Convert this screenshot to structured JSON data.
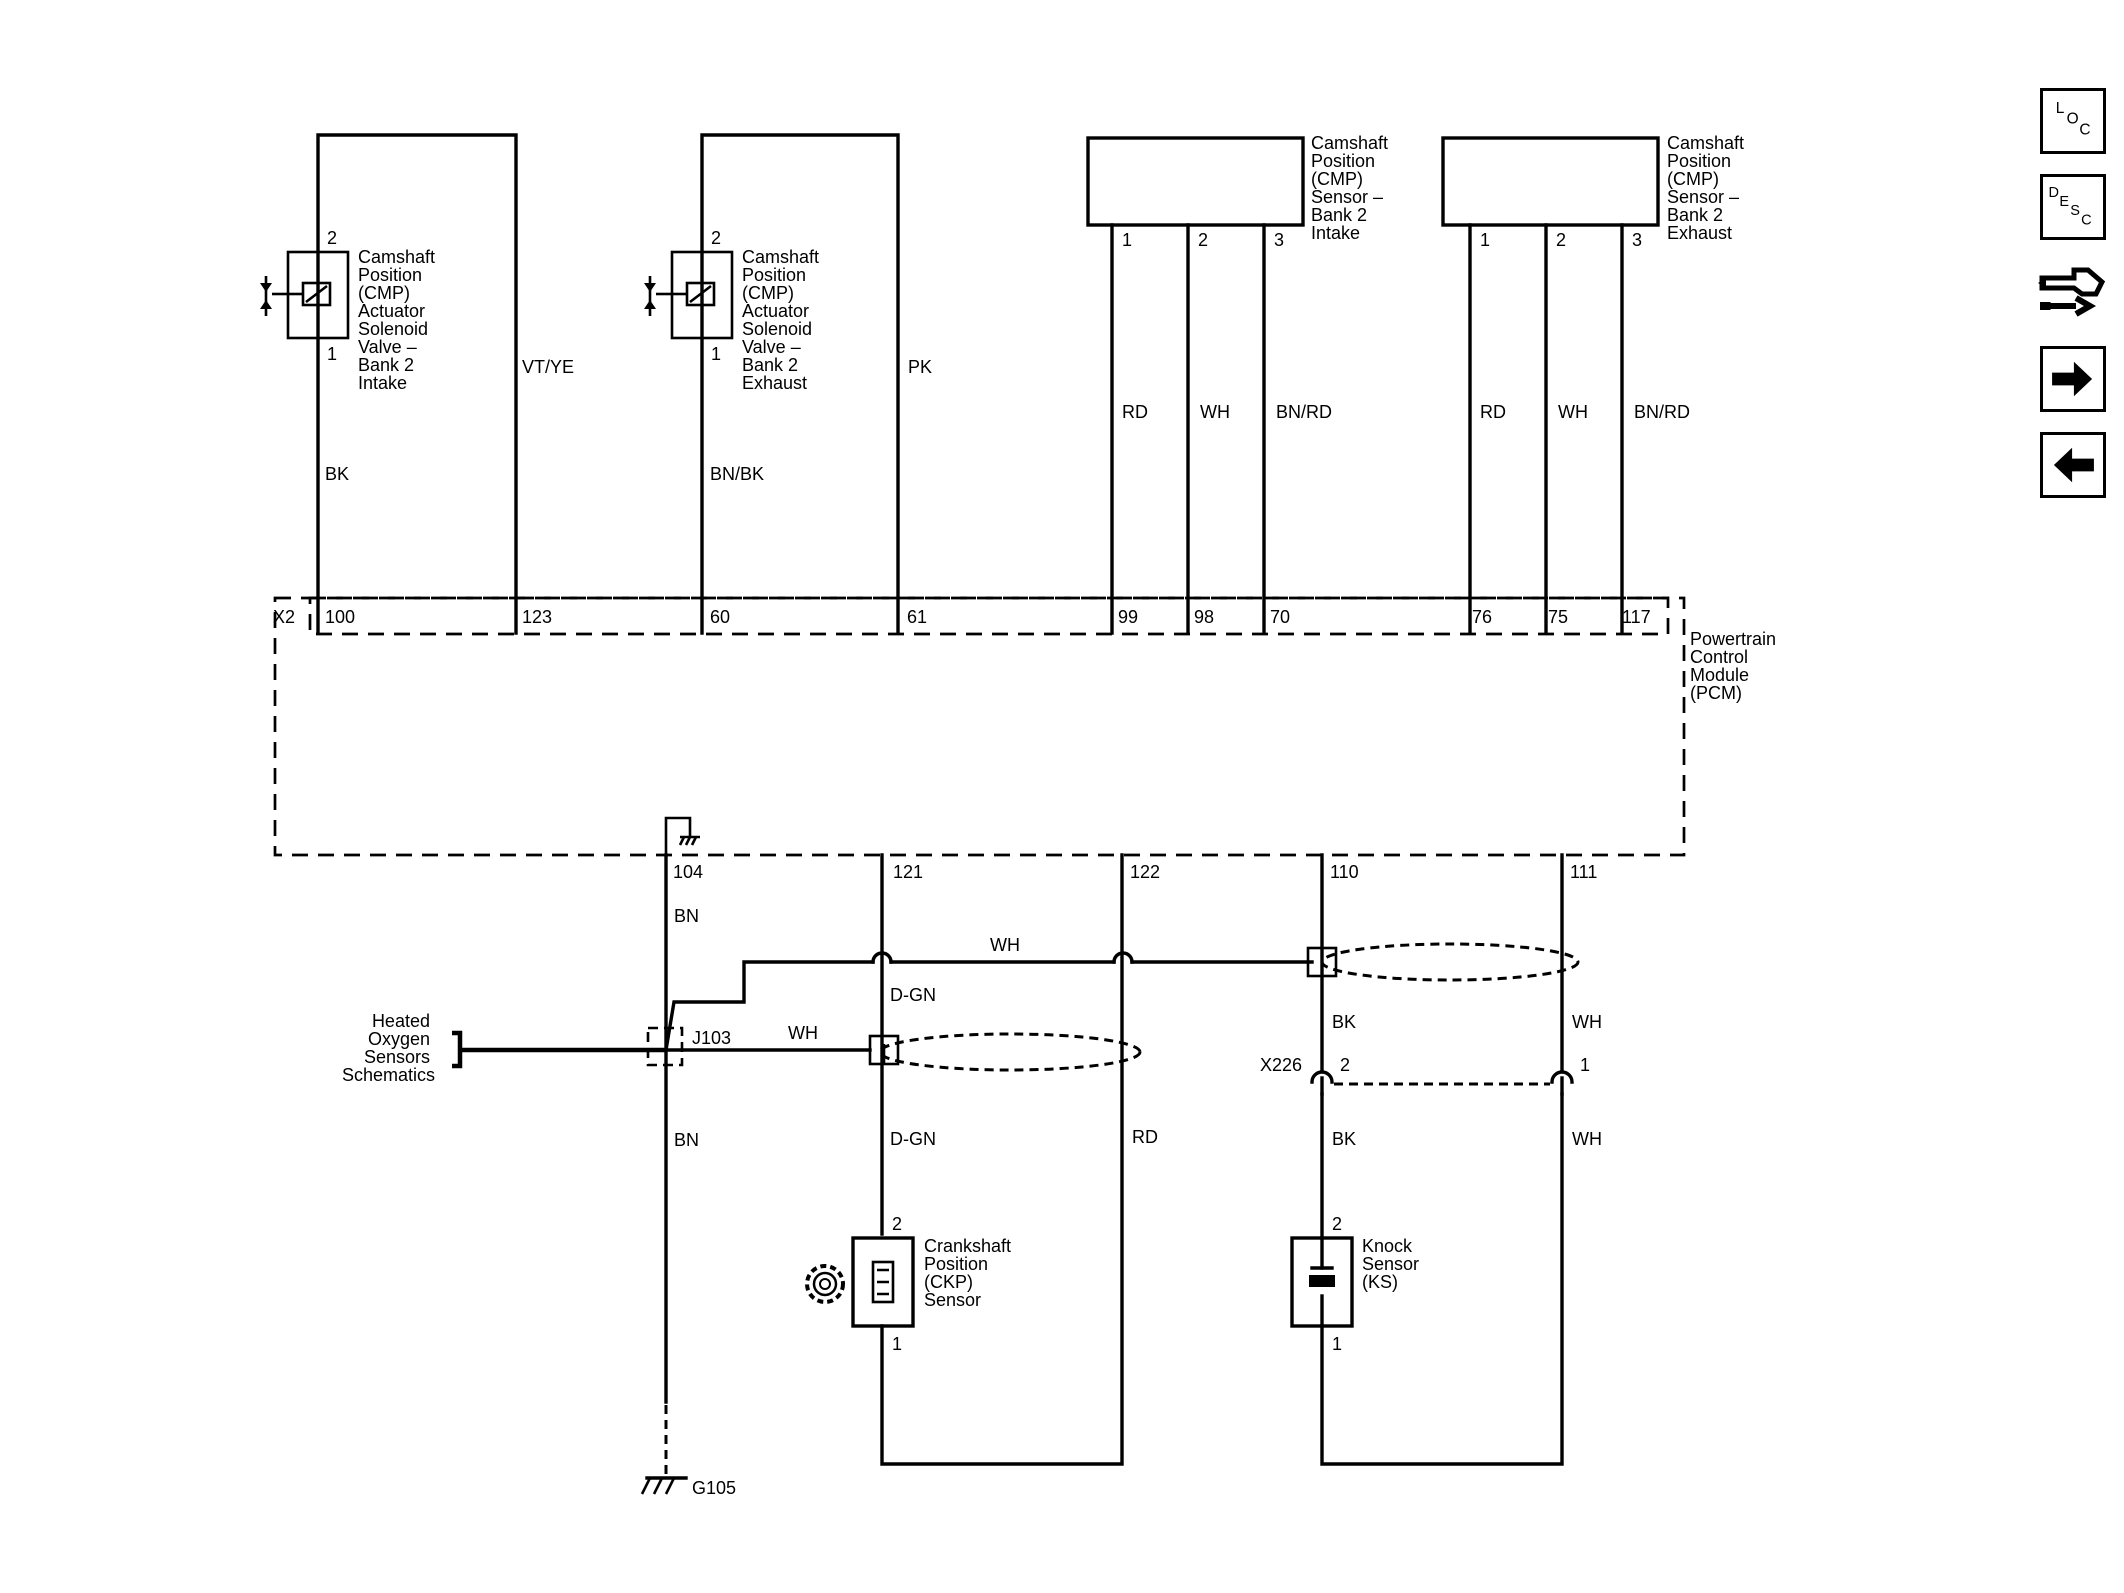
{
  "pcm": {
    "connector": "X2",
    "label": [
      "Powertrain",
      "Control",
      "Module",
      "(PCM)"
    ],
    "top_pins": [
      "100",
      "123",
      "60",
      "61",
      "99",
      "98",
      "70",
      "76",
      "75",
      "117"
    ],
    "bottom_pins": [
      "104",
      "121",
      "122",
      "110",
      "111"
    ]
  },
  "cmp_actuator_intake": {
    "label": [
      "Camshaft",
      "Position",
      "(CMP)",
      "Actuator",
      "Solenoid",
      "Valve –",
      "Bank 2",
      "Intake"
    ],
    "pin_top": "2",
    "pin_bottom": "1",
    "wire_return": "BK",
    "wire_control": "VT/YE"
  },
  "cmp_actuator_exhaust": {
    "label": [
      "Camshaft",
      "Position",
      "(CMP)",
      "Actuator",
      "Solenoid",
      "Valve –",
      "Bank 2",
      "Exhaust"
    ],
    "pin_top": "2",
    "pin_bottom": "1",
    "wire_return": "BN/BK",
    "wire_control": "PK"
  },
  "cmp_sensor_intake": {
    "label": [
      "Camshaft",
      "Position",
      "(CMP)",
      "Sensor –",
      "Bank 2",
      "Intake"
    ],
    "pins": [
      "1",
      "2",
      "3"
    ],
    "wires": [
      "RD",
      "WH",
      "BN/RD"
    ]
  },
  "cmp_sensor_exhaust": {
    "label": [
      "Camshaft",
      "Position",
      "(CMP)",
      "Sensor –",
      "Bank 2",
      "Exhaust"
    ],
    "pins": [
      "1",
      "2",
      "3"
    ],
    "wires": [
      "RD",
      "WH",
      "BN/RD"
    ]
  },
  "ground_circuit": {
    "wire_upper": "BN",
    "wire_lower": "BN",
    "splice": "J103",
    "splice_wire": "WH",
    "drain_wire": "WH",
    "ground": "G105",
    "reference": [
      "Heated",
      "Oxygen",
      "Sensors",
      "Schematics"
    ]
  },
  "ckp_sensor": {
    "label": [
      "Crankshaft",
      "Position",
      "(CKP)",
      "Sensor"
    ],
    "pin_top": "2",
    "pin_bottom": "1",
    "wire_signal_upper": "D-GN",
    "wire_signal_lower": "D-GN",
    "wire_low": "RD"
  },
  "knock_sensor": {
    "label": [
      "Knock",
      "Sensor",
      "(KS)"
    ],
    "pin_top": "2",
    "pin_bottom": "1",
    "connector": "X226",
    "connector_pins": [
      "2",
      "1"
    ],
    "wires_upper": [
      "BK",
      "WH"
    ],
    "wires_lower": [
      "BK",
      "WH"
    ]
  },
  "nav": {
    "loc_icon": "loc-icon",
    "desc_icon": "desc-icon",
    "connector_tool_icon": "connector-wrench-icon",
    "next_icon": "arrow-right-icon",
    "prev_icon": "arrow-left-icon",
    "loc_letters": [
      "L",
      "O",
      "C"
    ],
    "desc_letters": [
      "D",
      "E",
      "S",
      "C"
    ]
  }
}
